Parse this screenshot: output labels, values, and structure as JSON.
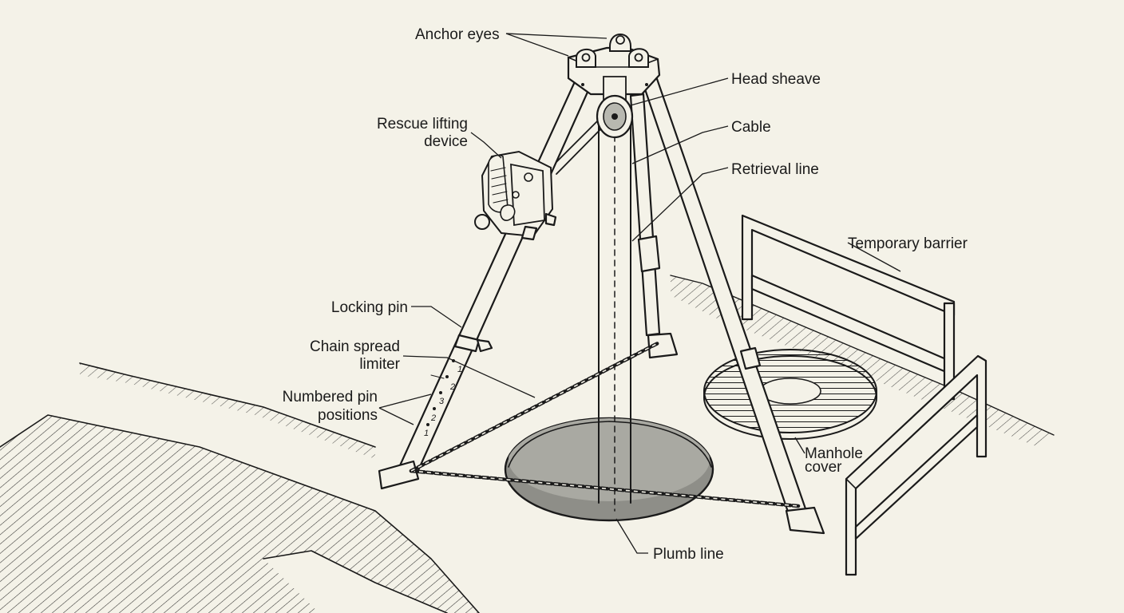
{
  "labels": {
    "anchor_eyes": "Anchor eyes",
    "head_sheave": "Head sheave",
    "rescue_lifting_device_1": "Rescue lifting",
    "rescue_lifting_device_2": "device",
    "cable": "Cable",
    "retrieval_line": "Retrieval line",
    "temporary_barrier": "Temporary barrier",
    "locking_pin": "Locking pin",
    "chain_spread_limiter_1": "Chain spread",
    "chain_spread_limiter_2": "limiter",
    "numbered_pin_positions_1": "Numbered pin",
    "numbered_pin_positions_2": "positions",
    "manhole_cover_1": "Manhole",
    "manhole_cover_2": "cover",
    "plumb_line": "Plumb line"
  },
  "pin_numbers": [
    "1",
    "2",
    "3",
    "2",
    "1"
  ],
  "colors": {
    "background": "#f4f2e8",
    "ink": "#1a1a1a",
    "opening": "#8e8e88"
  }
}
